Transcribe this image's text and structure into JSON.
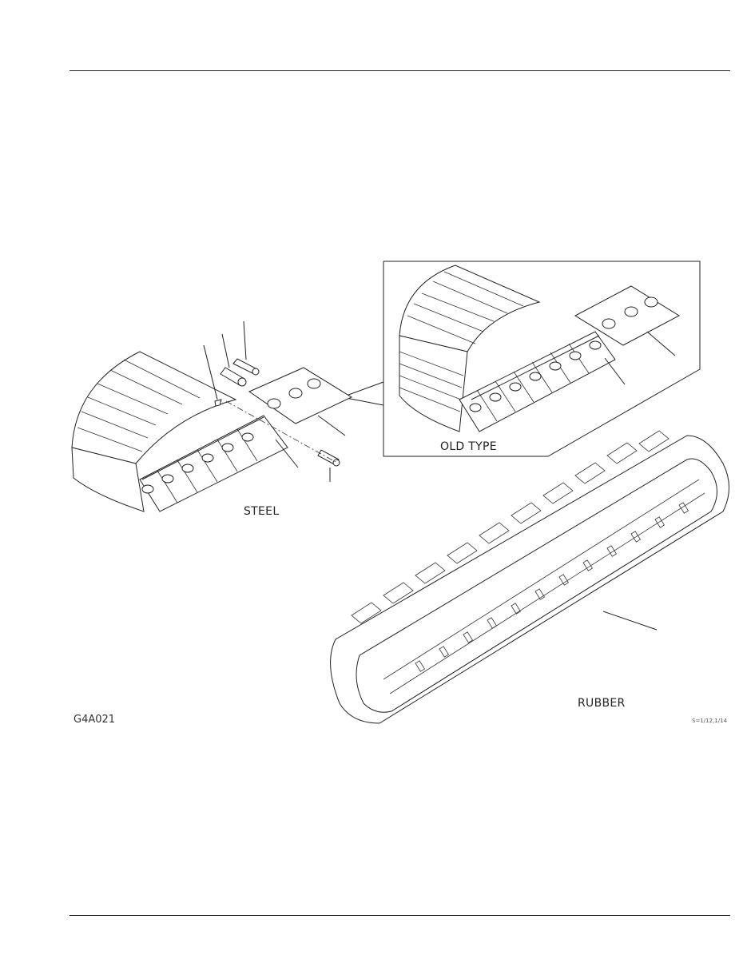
{
  "page": {
    "figure_code": "G4A021",
    "scale_note": "S=1/12,1/14"
  },
  "figure": {
    "labels": {
      "steel": "STEEL",
      "old_type": "OLD TYPE",
      "rubber": "RUBBER"
    }
  }
}
